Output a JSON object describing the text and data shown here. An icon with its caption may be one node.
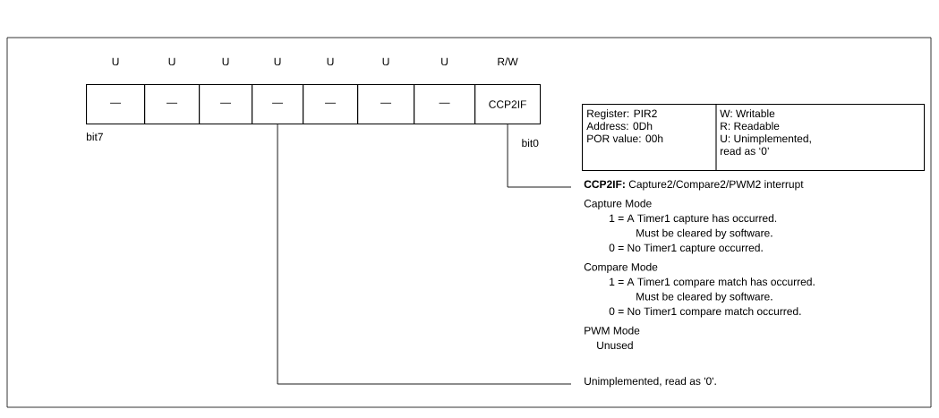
{
  "diagram": {
    "nodes": [
      {
        "text": [
          "—"
        ],
        "beside": [
          "U",
          "bit7"
        ]
      },
      {
        "text": [
          "—"
        ],
        "beside": [
          "U"
        ]
      },
      {
        "text": [
          "—"
        ],
        "beside": [
          "U"
        ]
      },
      {
        "text": [
          "—"
        ],
        "beside": [
          "U"
        ]
      },
      {
        "text": [
          "—"
        ],
        "beside": [
          "U"
        ]
      },
      {
        "text": [
          "—"
        ],
        "beside": [
          "U"
        ]
      },
      {
        "text": [
          "—"
        ],
        "beside": [
          "U"
        ]
      },
      {
        "text": [
          "CCP2IF"
        ],
        "beside": [
          "R/W",
          "bit0"
        ]
      },
      {
        "text": [
          "Register: PIR2",
          "Address: 0Dh",
          "POR value: 00h",
          "W: Writable",
          "R: Readable",
          "U: Unimplemented, read as ‘0’"
        ]
      },
      {
        "text": [
          "**CCP2IF:** Capture2/Compare2/PWM2 interrupt",
          "Capture Mode",
          "1 = A Timer1 capture has occurred.",
          "Must be cleared by software.",
          "0 = No Timer1 capture occurred.",
          "Compare Mode",
          "1 = A Timer1 compare match has occurred.",
          "Must be cleared by software.",
          "0 = No Timer1 compare match occurred.",
          "PWM Mode",
          "Unused"
        ]
      },
      {
        "text": [
          "Unimplemented, read as '0'."
        ]
      }
    ],
    "edges": [
      {
        "from": 7,
        "to": 9,
        "arrow": "none"
      },
      {
        "from": 3,
        "to": 10,
        "arrow": "none"
      }
    ]
  }
}
